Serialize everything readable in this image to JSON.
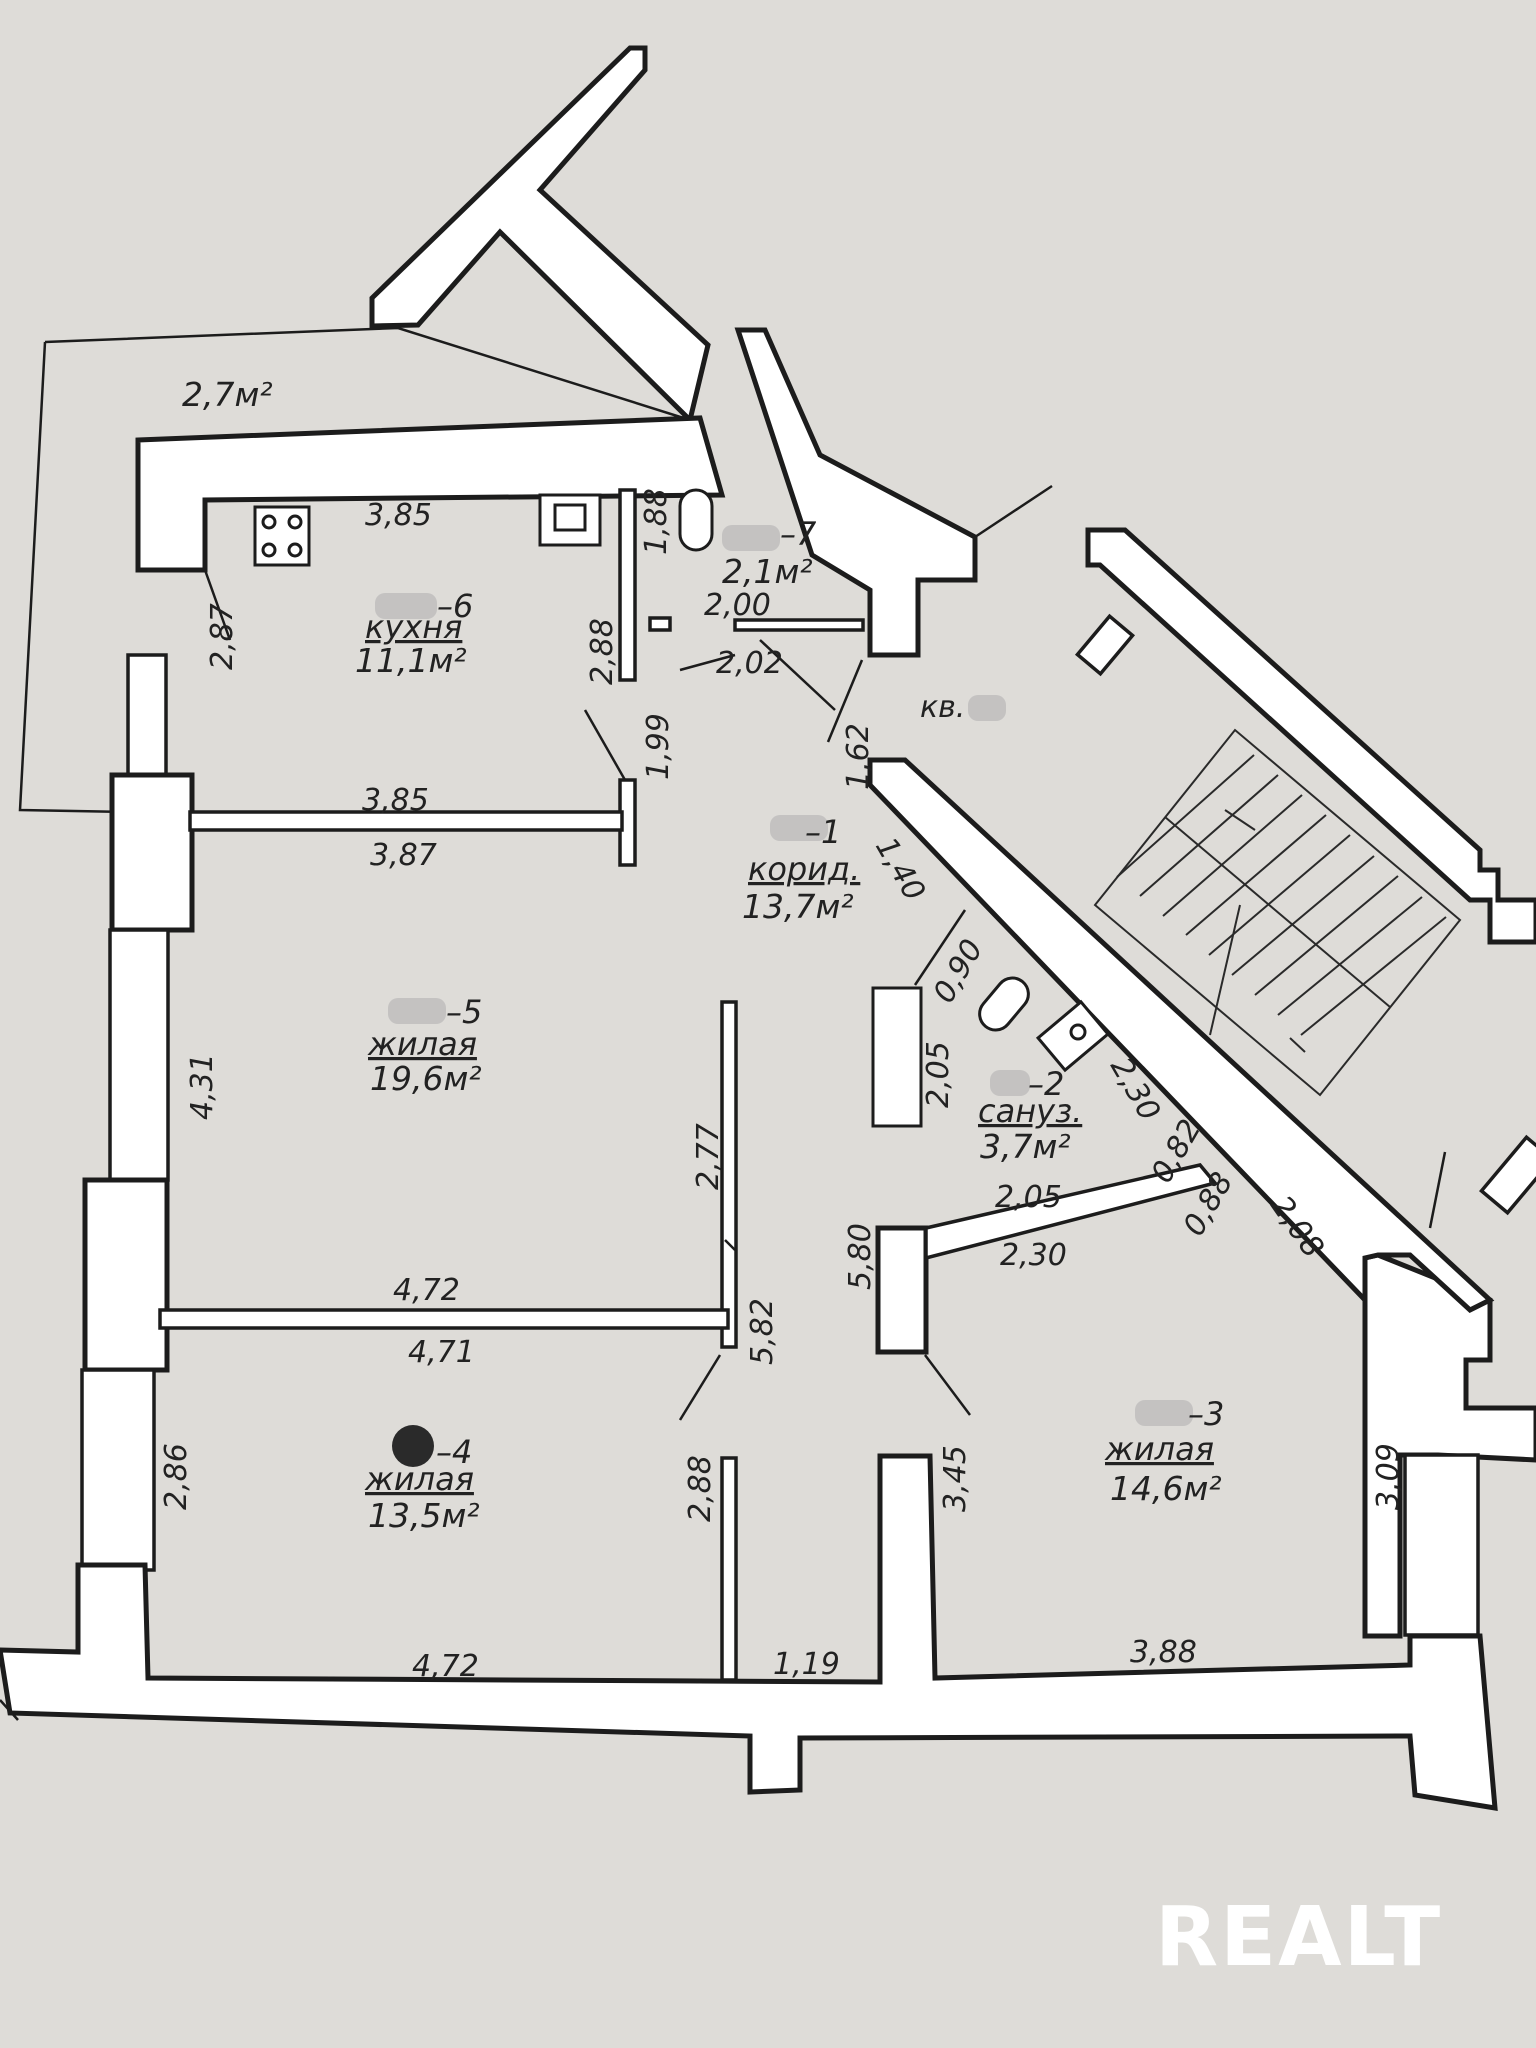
{
  "rooms": {
    "corridor": {
      "number": "–1",
      "name": "корид.",
      "area": "13,7м²"
    },
    "bathroom": {
      "number": "–2",
      "name": "сануз.",
      "area": "3,7м²"
    },
    "living3": {
      "number": "–3",
      "name": "жилая",
      "area": "14,6м²"
    },
    "living4": {
      "number": "–4",
      "name": "жилая",
      "area": "13,5м²"
    },
    "living5": {
      "number": "–5",
      "name": "жилая",
      "area": "19,6м²"
    },
    "kitchen": {
      "number": "–6",
      "name": "кухня",
      "area": "11,1м²"
    },
    "toilet": {
      "number": "–7",
      "area": "2,1м²"
    },
    "balcony": {
      "area": "2,7м²"
    }
  },
  "apartment_label": "кв.",
  "dimensions": {
    "kitchen_top": "3,85",
    "toilet_left": "1,88",
    "toilet_w1": "2,00",
    "toilet_w2": "2,02",
    "kitchen_left": "2,87",
    "kitchen_right": "2,88",
    "kitchen_bottom": "3,85",
    "room5_top": "3,87",
    "partition_199": "1,99",
    "door_162": "1,62",
    "corridor_140": "1,40",
    "bath_090": "0,90",
    "room5_left": "4,31",
    "room5_right": "2,77",
    "bath_left": "2,05",
    "bath_diag": "2,30",
    "bath_082": "0,82",
    "bath_bottom": "2,05",
    "bath_088": "0,88",
    "room3_top": "2,30",
    "room3_208": "2,08",
    "corridor_580": "5,80",
    "corridor_582": "5,82",
    "room5_bottom": "4,72",
    "room4_top": "4,71",
    "room4_left": "2,86",
    "room4_right": "2,88",
    "room3_left": "3,45",
    "room3_right": "3,09",
    "bottom_room4": "4,72",
    "bottom_hall": "1,19",
    "bottom_room3": "3,88"
  },
  "watermark": "REALT"
}
